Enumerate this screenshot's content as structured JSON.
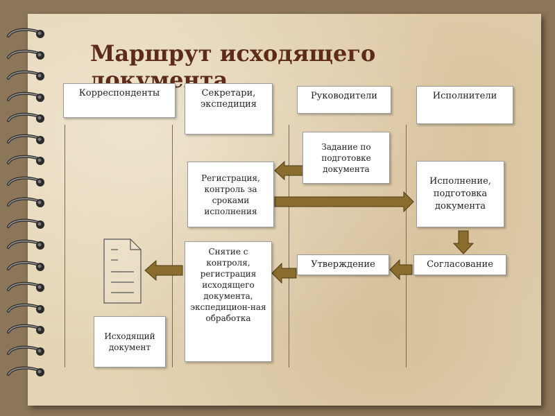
{
  "title": "Маршрут исходящего документа",
  "lanes": {
    "correspondents": "Корреспонденты",
    "secretaries": "Секретари, экспедиция",
    "managers": "Руководители",
    "executors": "Исполнители"
  },
  "steps": {
    "assignment": "Задание по подготовке документа",
    "registration": "Регистрация, контроль за сроками исполнения",
    "execution": "Исполнение, подготовка документа",
    "approval": "Утверждение",
    "agreement": "Согласование",
    "deregistration": "Снятие с контроля, регистрация исходящего документа, экспедицион-ная обработка",
    "outgoing_document": "Исходящий документ"
  },
  "icons": {
    "document": "document-icon"
  },
  "colors": {
    "background": "#8c7659",
    "paper": "#e4d4b3",
    "title": "#5c2b1a",
    "arrow_fill": "#8a6d2c",
    "arrow_stroke": "#4a3a14"
  }
}
